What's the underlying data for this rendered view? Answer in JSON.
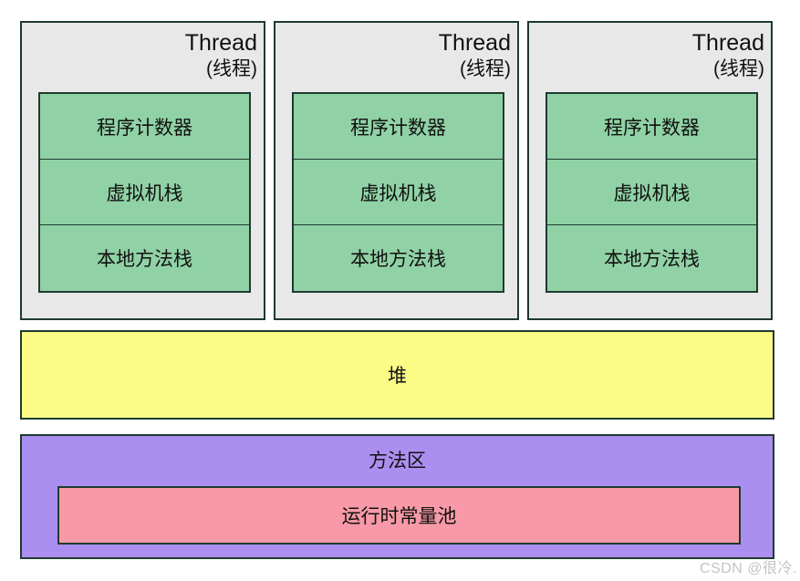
{
  "diagram": {
    "title_meaning": "JVM runtime data areas",
    "threads": [
      {
        "title": "Thread",
        "subtitle": "(线程)",
        "cells": [
          "程序计数器",
          "虚拟机栈",
          "本地方法栈"
        ]
      },
      {
        "title": "Thread",
        "subtitle": "(线程)",
        "cells": [
          "程序计数器",
          "虚拟机栈",
          "本地方法栈"
        ]
      },
      {
        "title": "Thread",
        "subtitle": "(线程)",
        "cells": [
          "程序计数器",
          "虚拟机栈",
          "本地方法栈"
        ]
      }
    ],
    "heap": {
      "label": "堆"
    },
    "method_area": {
      "label": "方法区",
      "constant_pool_label": "运行时常量池"
    },
    "watermark": "CSDN @很冷."
  },
  "colors": {
    "thread_bg": "#e8e8e8",
    "cell_green": "#90d2a5",
    "heap_yellow": "#fbfb86",
    "method_purple": "#ab8ff0",
    "pool_pink": "#f799a6",
    "border_dark": "#1f3a30",
    "watermark_gray": "#c3c3c3"
  }
}
